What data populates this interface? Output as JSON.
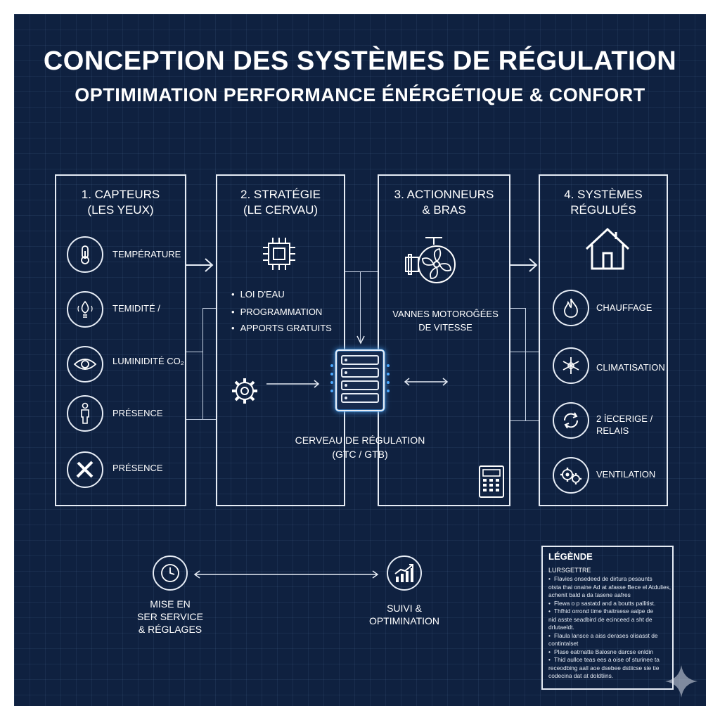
{
  "header": {
    "title": "CONCEPTION DES SYSTÈMES DE RÉGULATION",
    "subtitle": "OPTIMIMATION PERFORMANCE ÉNÉRGÉTIQUE & CONFORT"
  },
  "colors": {
    "background": "#0f2140",
    "line": "#e6ecf5",
    "glow": "#4aa8ff"
  },
  "panels": [
    {
      "title": "1. CAPTEURS\n(LES YEUX)",
      "items": [
        {
          "icon": "thermometer-icon",
          "label": "TEMPÉRATURE"
        },
        {
          "icon": "humidity-bulb-icon",
          "label": "TEMIDITÉ /"
        },
        {
          "icon": "eye-icon",
          "label": "LUMINIDITÉ CO₂"
        },
        {
          "icon": "person-icon",
          "label": "PRÉSENCE"
        },
        {
          "icon": "crossed-tools-icon",
          "label": "PRÉSENCE"
        }
      ]
    },
    {
      "title": "2. STRATÉGIE\n(LE CERVAU)",
      "icon": "cpu-chip-icon",
      "bullets": [
        "LOI D'EAU",
        "PROGRAMMATION",
        "APPORTS GRATUITS"
      ],
      "gear_icon": "gear-icon"
    },
    {
      "title": "3. ACTIONNEURS\n& BRAS",
      "icon": "motorized-valve-fan-icon",
      "text": "VANNES MOTOROĜÉES\nDE VITESSE",
      "calculator_icon": "calculator-icon"
    },
    {
      "title": "4. SYSTÈMES\nRÉGULUÉS",
      "icon": "house-icon",
      "items": [
        {
          "icon": "flame-icon",
          "label": "CHAUFFAGE"
        },
        {
          "icon": "snowflake-icon",
          "label": "CLIMATISATION"
        },
        {
          "icon": "cycle-arrows-icon",
          "label": "2 İECERIGE /\nRELAIS"
        },
        {
          "icon": "fan-gears-icon",
          "label": "VENTILATION"
        }
      ]
    }
  ],
  "controller": {
    "icon": "server-rack-icon",
    "label": "CERVEAU DE RÉGULATION\n(GTC / GTB)"
  },
  "bottom": {
    "left": {
      "icon": "clock-icon",
      "label": "MISE EN\nSER SERVICE\n& RÉGLAGES"
    },
    "right": {
      "icon": "growth-chart-icon",
      "label": "SUIVI &\nOPTIMINATION"
    }
  },
  "legend": {
    "title": "LÉGÈNDE",
    "subtitle": "LURSGETTRE",
    "items": [
      "Flavies onsedeed de dirtura pesaunts",
      "otsta thai onaine Ad at afasse Bece el Atdulies,",
      "achenit bald a da tasene aafres",
      "Flewa o p sastatd and a boutts pallitist.",
      "Thfhid orrond time thaitrsese aalpe de",
      "nid asste seadbird de ecinceed a sht de",
      "drlutaeldt.",
      "Flaula lansce a aiss derases olisasst de",
      "contintalset",
      "Plase eatrnatte Balosne darcse enldin",
      "Thid aullce teas ees a oise of sturinee ta",
      "receodbing aall aoe dsebee dstiicse sie tie",
      "codecina dat at doldtiins."
    ]
  }
}
